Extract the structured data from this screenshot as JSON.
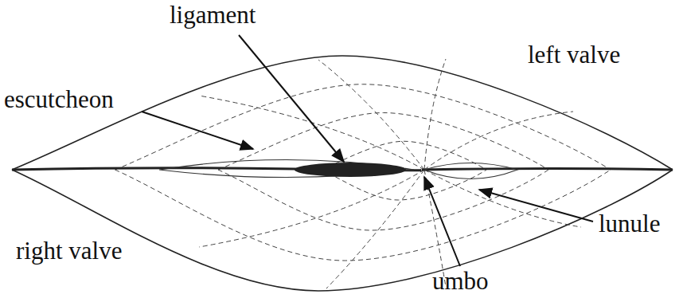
{
  "diagram": {
    "labels": [
      "ligament",
      "left valve",
      "escutcheon",
      "lunule",
      "right valve",
      "umbo"
    ]
  }
}
